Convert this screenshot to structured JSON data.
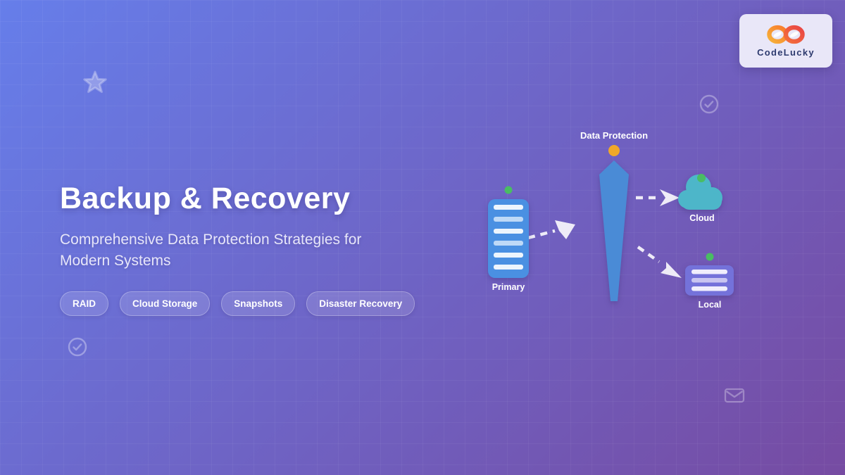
{
  "logo": {
    "text": "CodeLucky"
  },
  "hero": {
    "title": "Backup & Recovery",
    "subtitle": "Comprehensive Data Protection Strategies for Modern Systems"
  },
  "badges": [
    "RAID",
    "Cloud Storage",
    "Snapshots",
    "Disaster Recovery"
  ],
  "diagram": {
    "protection_label": "Data Protection",
    "primary_label": "Primary",
    "cloud_label": "Cloud",
    "local_label": "Local"
  },
  "icons": {
    "decorative": [
      "star-icon",
      "check-circle-icon",
      "check-circle-icon",
      "mail-icon"
    ],
    "logo": "infinity-logo-icon"
  },
  "colors": {
    "bg-start": "#667eea",
    "bg-end": "#764ba2",
    "shield": "#4a8bd6",
    "primary-node": "#4a90e2",
    "stripe-light": "#edf5fd",
    "stripe-blue": "#bed9f7",
    "cloud-node": "#4db6c9",
    "local-node": "#7472da",
    "local-stripe": "#f0eefc",
    "local-stripe-alt": "#c9c5f0",
    "dot-green": "#49bd63",
    "dot-orange": "#f0a829",
    "logo-card": "#e9e7f8",
    "logo-text": "#2d3a6e",
    "logo-orange": "#f6b23a",
    "logo-orange2": "#f97b2d",
    "logo-red": "#e94545",
    "logo-red2": "#f4703c",
    "arrow": "rgba(255,255,255,0.88)"
  }
}
